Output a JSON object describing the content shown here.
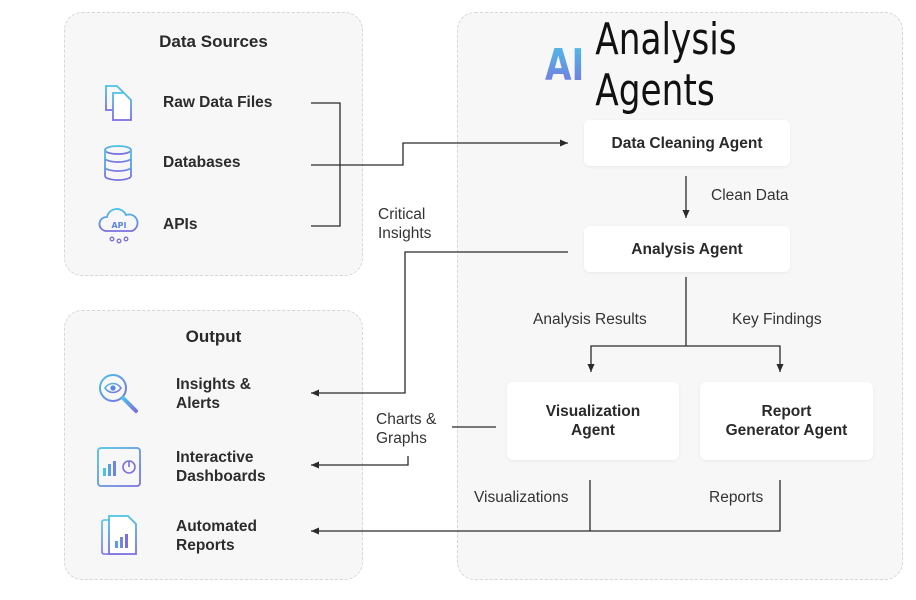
{
  "title": {
    "ai": "AI",
    "rest": "Analysis Agents"
  },
  "data_sources": {
    "title": "Data Sources",
    "items": [
      {
        "label": "Raw Data Files",
        "icon": "document-files-icon"
      },
      {
        "label": "Databases",
        "icon": "database-icon"
      },
      {
        "label": "APIs",
        "icon": "api-cloud-icon"
      }
    ]
  },
  "output": {
    "title": "Output",
    "items": [
      {
        "label": "Insights &\nAlerts",
        "icon": "magnifier-eye-icon"
      },
      {
        "label": "Interactive\nDashboards",
        "icon": "dashboard-icon"
      },
      {
        "label": "Automated\nReports",
        "icon": "report-document-icon"
      }
    ]
  },
  "agents": {
    "cleaning": "Data Cleaning Agent",
    "analysis": "Analysis Agent",
    "visualization": "Visualization\nAgent",
    "report": "Report\nGenerator Agent"
  },
  "flow_labels": {
    "clean_data": "Clean Data",
    "critical_insights": "Critical\nInsights",
    "analysis_results": "Analysis Results",
    "key_findings": "Key Findings",
    "charts_graphs": "Charts &\nGraphs",
    "visualizations": "Visualizations",
    "reports": "Reports"
  },
  "colors": {
    "accent_cyan": "#4cc3e6",
    "accent_purple": "#7b6fe0",
    "line": "#2b2b2b"
  }
}
